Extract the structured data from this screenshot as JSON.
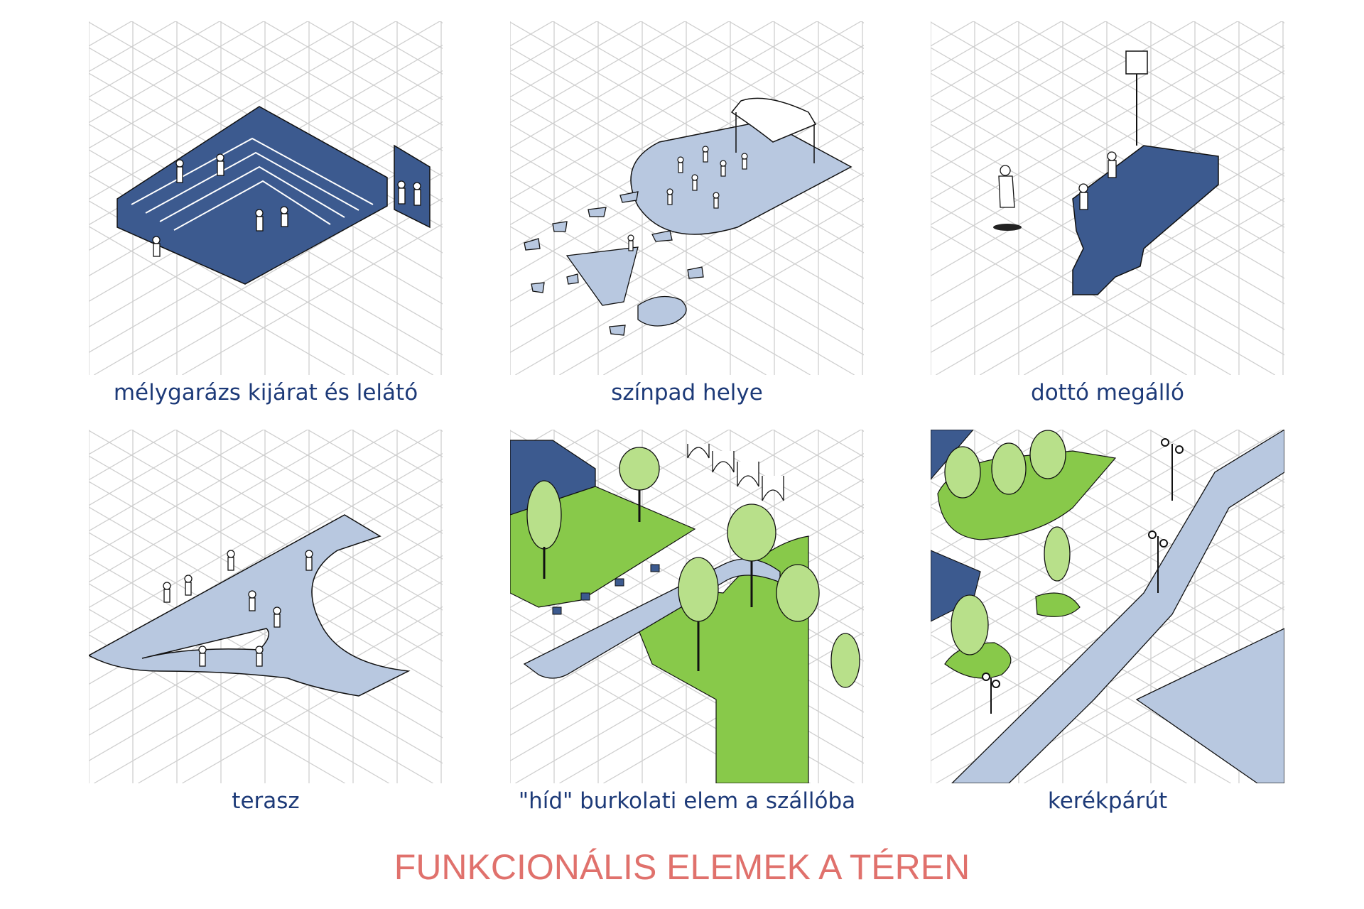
{
  "title": "FUNKCIONÁLIS ELEMEK A TÉREN",
  "colors": {
    "navy": "#3c5a8f",
    "pale_blue": "#b8c8e0",
    "green": "#88c94a",
    "title": "#e0716c",
    "caption": "#1d3a78"
  },
  "panels": [
    {
      "caption": "mélygarázs kijárat és lelátó"
    },
    {
      "caption": "színpad helye"
    },
    {
      "caption": "dottó megálló"
    },
    {
      "caption": "terasz"
    },
    {
      "caption": "\"híd\" burkolati elem a szállóba"
    },
    {
      "caption": "kerékpárút"
    }
  ]
}
